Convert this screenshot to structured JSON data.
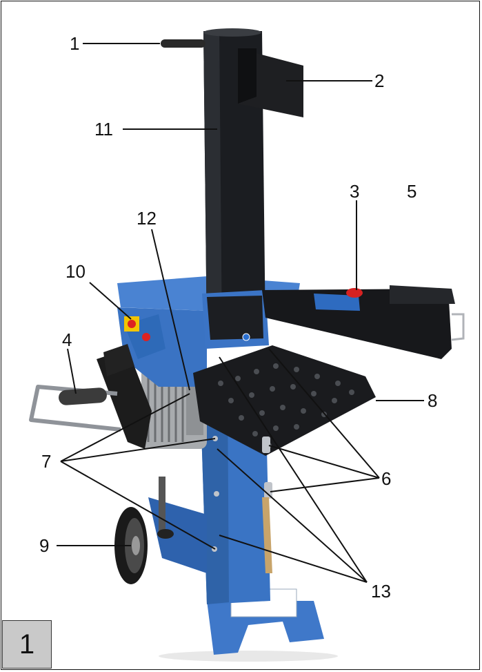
{
  "figure_number": "1",
  "callouts": [
    "1",
    "2",
    "3",
    "4",
    "5",
    "6",
    "7",
    "8",
    "9",
    "10",
    "11",
    "12",
    "13"
  ]
}
